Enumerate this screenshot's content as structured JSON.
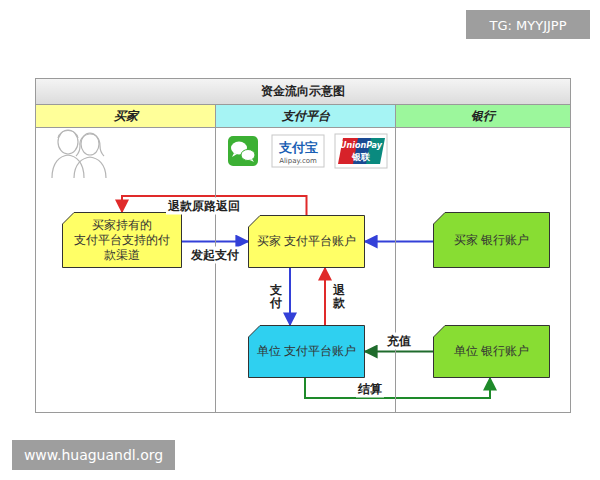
{
  "diagram": {
    "title": "资金流向示意图",
    "nodes": [
      {
        "text": [
          "买家"
        ]
      },
      {
        "text": [
          "支付平台"
        ]
      },
      {
        "text": [
          "银行"
        ]
      },
      {
        "text": [
          "买家持有的 支付平台支持的付 款渠道"
        ],
        "in": 0
      },
      {
        "text": [
          "买家 支付平台账户"
        ],
        "in": 1
      },
      {
        "text": [
          "单位 支付平台账户"
        ],
        "in": 1
      },
      {
        "text": [
          "买家 银行账户"
        ],
        "in": 2
      },
      {
        "text": [
          "单位 银行账户"
        ],
        "in": 2
      }
    ],
    "edges": [
      {
        "from": 4,
        "to": 3,
        "label": "退款原路返回",
        "arrow": "to"
      },
      {
        "from": 3,
        "to": 4,
        "label": "发起支付",
        "arrow": "to"
      },
      {
        "from": 6,
        "to": 4,
        "arrow": "to"
      },
      {
        "from": 4,
        "to": 5,
        "label": "支付",
        "arrow": "to"
      },
      {
        "from": 5,
        "to": 4,
        "label": "退款",
        "arrow": "to"
      },
      {
        "from": 7,
        "to": 5,
        "label": "充值",
        "arrow": "to"
      },
      {
        "from": 5,
        "to": 7,
        "label": "结算",
        "arrow": "to"
      }
    ],
    "labels": [
      "TG: MYYJJPP",
      "支付宝",
      "Alipay.com",
      "UnionPay",
      "银联",
      "www.huaguandl.org"
    ]
  }
}
